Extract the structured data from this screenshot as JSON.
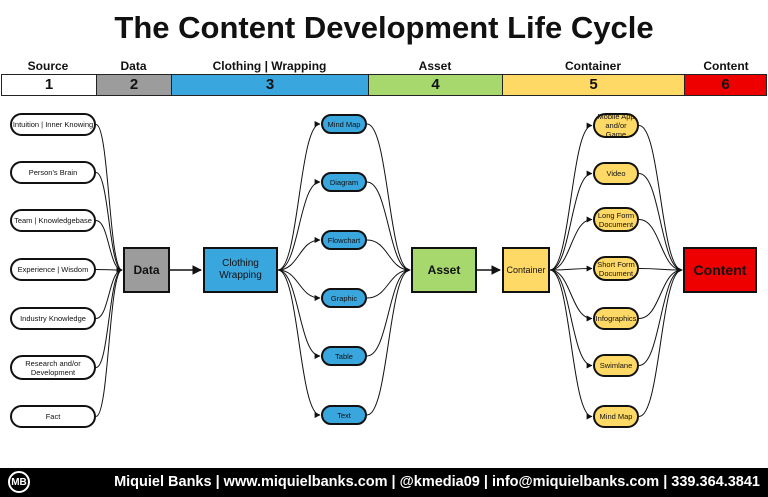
{
  "title": "The Content Development Life Cycle",
  "stages": [
    {
      "label": "Source",
      "number": "1",
      "color": "#ffffff"
    },
    {
      "label": "Data",
      "number": "2",
      "color": "#9c9c9c"
    },
    {
      "label": "Clothing | Wrapping",
      "number": "3",
      "color": "#3aa6de"
    },
    {
      "label": "Asset",
      "number": "4",
      "color": "#a6d86e"
    },
    {
      "label": "Container",
      "number": "5",
      "color": "#ffd966"
    },
    {
      "label": "Content",
      "number": "6",
      "color": "#ee0000"
    }
  ],
  "sources": [
    "Intuition | Inner Knowing",
    "Person's Brain",
    "Team | Knowledgebase",
    "Experience | Wisdom",
    "Industry Knowledge",
    "Research and/or Development",
    "Fact"
  ],
  "data_node": "Data",
  "wrapping_node": "Clothing Wrapping",
  "wrapping_types": [
    "Mind Map",
    "Diagram",
    "Flowchart",
    "Graphic",
    "Table",
    "Text"
  ],
  "asset_node": "Asset",
  "container_node": "Container",
  "container_types": [
    "Mobile App and/or Game",
    "Video",
    "Long Form Document",
    "Short Form Document",
    "Infographics",
    "Swimlane",
    "Mind Map"
  ],
  "content_node": "Content",
  "footer": {
    "logo": "MB",
    "text": "Miquiel Banks | www.miquielbanks.com | @kmedia09 | info@miquielbanks.com | 339.364.3841"
  }
}
